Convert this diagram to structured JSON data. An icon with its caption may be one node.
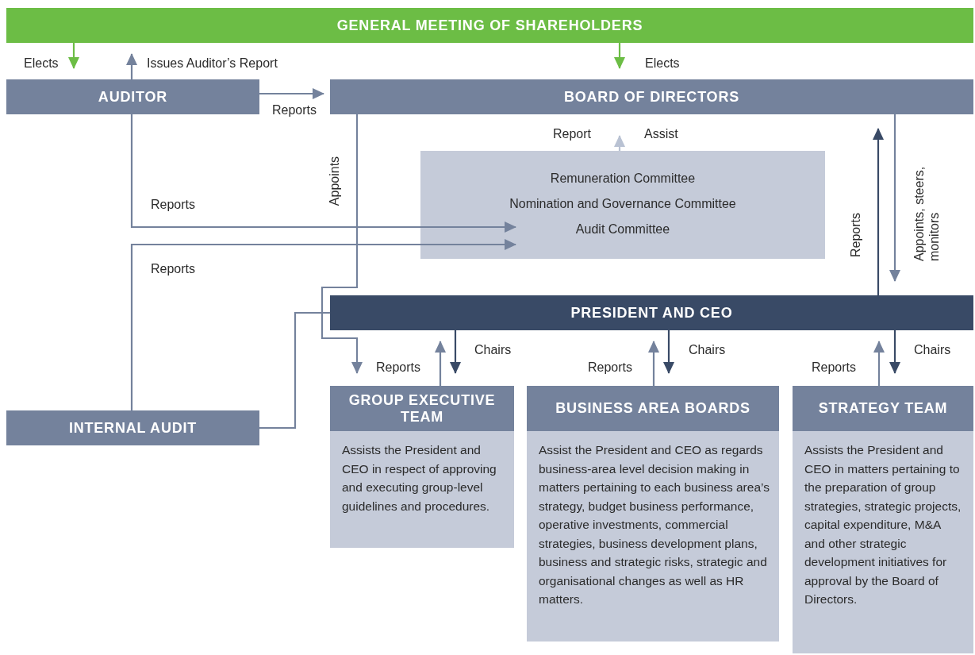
{
  "diagram": {
    "nodes": [
      {
        "text": [
          "GENERAL MEETING OF SHAREHOLDERS"
        ]
      },
      {
        "text": [
          "AUDITOR"
        ]
      },
      {
        "text": [
          "BOARD OF DIRECTORS"
        ]
      },
      {
        "text": [
          "Remuneration Committee",
          "Nomination and Governance Committee",
          "Audit Committee"
        ]
      },
      {
        "text": [
          "PRESIDENT AND CEO"
        ]
      },
      {
        "text": [
          "INTERNAL AUDIT"
        ]
      },
      {
        "text": [
          "GROUP EXECUTIVE TEAM",
          "Assists the President and CEO in respect of approving and executing group-level guidelines and procedures."
        ]
      },
      {
        "text": [
          "BUSINESS AREA BOARDS",
          "Assist the President and CEO as regards business-area level decision making in matters pertaining to each business area’s strategy, budget business performance, operative investments, commercial strategies, business development plans, business and strategic risks, strategic and organisational changes as well as HR matters."
        ]
      },
      {
        "text": [
          "STRATEGY TEAM",
          "Assists the President and CEO  in matters pertaining to the preparation of group strategies, strategic projects, capital expenditure, M&A and other strategic development initiatives for approval by the Board of Directors."
        ]
      }
    ],
    "edges": [
      {
        "from": 0,
        "to": 1,
        "arrow": "to",
        "label": "Elects",
        "color": "#6cbd45"
      },
      {
        "from": 1,
        "to": 0,
        "arrow": "to",
        "label": "Issues Auditor’s Report"
      },
      {
        "from": 0,
        "to": 2,
        "arrow": "to",
        "label": "Elects",
        "color": "#6cbd45"
      },
      {
        "from": 1,
        "to": 2,
        "arrow": "to",
        "label": "Reports"
      },
      {
        "from": 2,
        "to": 6,
        "arrow": "to",
        "label": "Appoints"
      },
      {
        "from": 3,
        "to": 2,
        "arrow": "to",
        "label": "Report",
        "color": "#b9c2d3"
      },
      {
        "from": 1,
        "to": 3,
        "arrow": "to",
        "label": "Reports"
      },
      {
        "from": 5,
        "to": 3,
        "arrow": "to",
        "label": "Reports"
      },
      {
        "from": 5,
        "to": 4,
        "arrow": "none"
      },
      {
        "from": 4,
        "to": 2,
        "arrow": "to",
        "label": "Reports",
        "color": "#394a66"
      },
      {
        "from": 2,
        "to": 4,
        "arrow": "to",
        "label": "Appoints, steers, monitors"
      },
      {
        "from": 6,
        "to": 4,
        "arrow": "to",
        "label": "Reports"
      },
      {
        "from": 4,
        "to": 6,
        "arrow": "to",
        "label": "Chairs",
        "color": "#394a66"
      },
      {
        "from": 7,
        "to": 4,
        "arrow": "to",
        "label": "Reports"
      },
      {
        "from": 4,
        "to": 7,
        "arrow": "to",
        "label": "Chairs",
        "color": "#394a66"
      },
      {
        "from": 8,
        "to": 4,
        "arrow": "to",
        "label": "Reports"
      },
      {
        "from": 4,
        "to": 8,
        "arrow": "to",
        "label": "Chairs",
        "color": "#394a66"
      }
    ],
    "labels": [
      "Assist"
    ]
  }
}
